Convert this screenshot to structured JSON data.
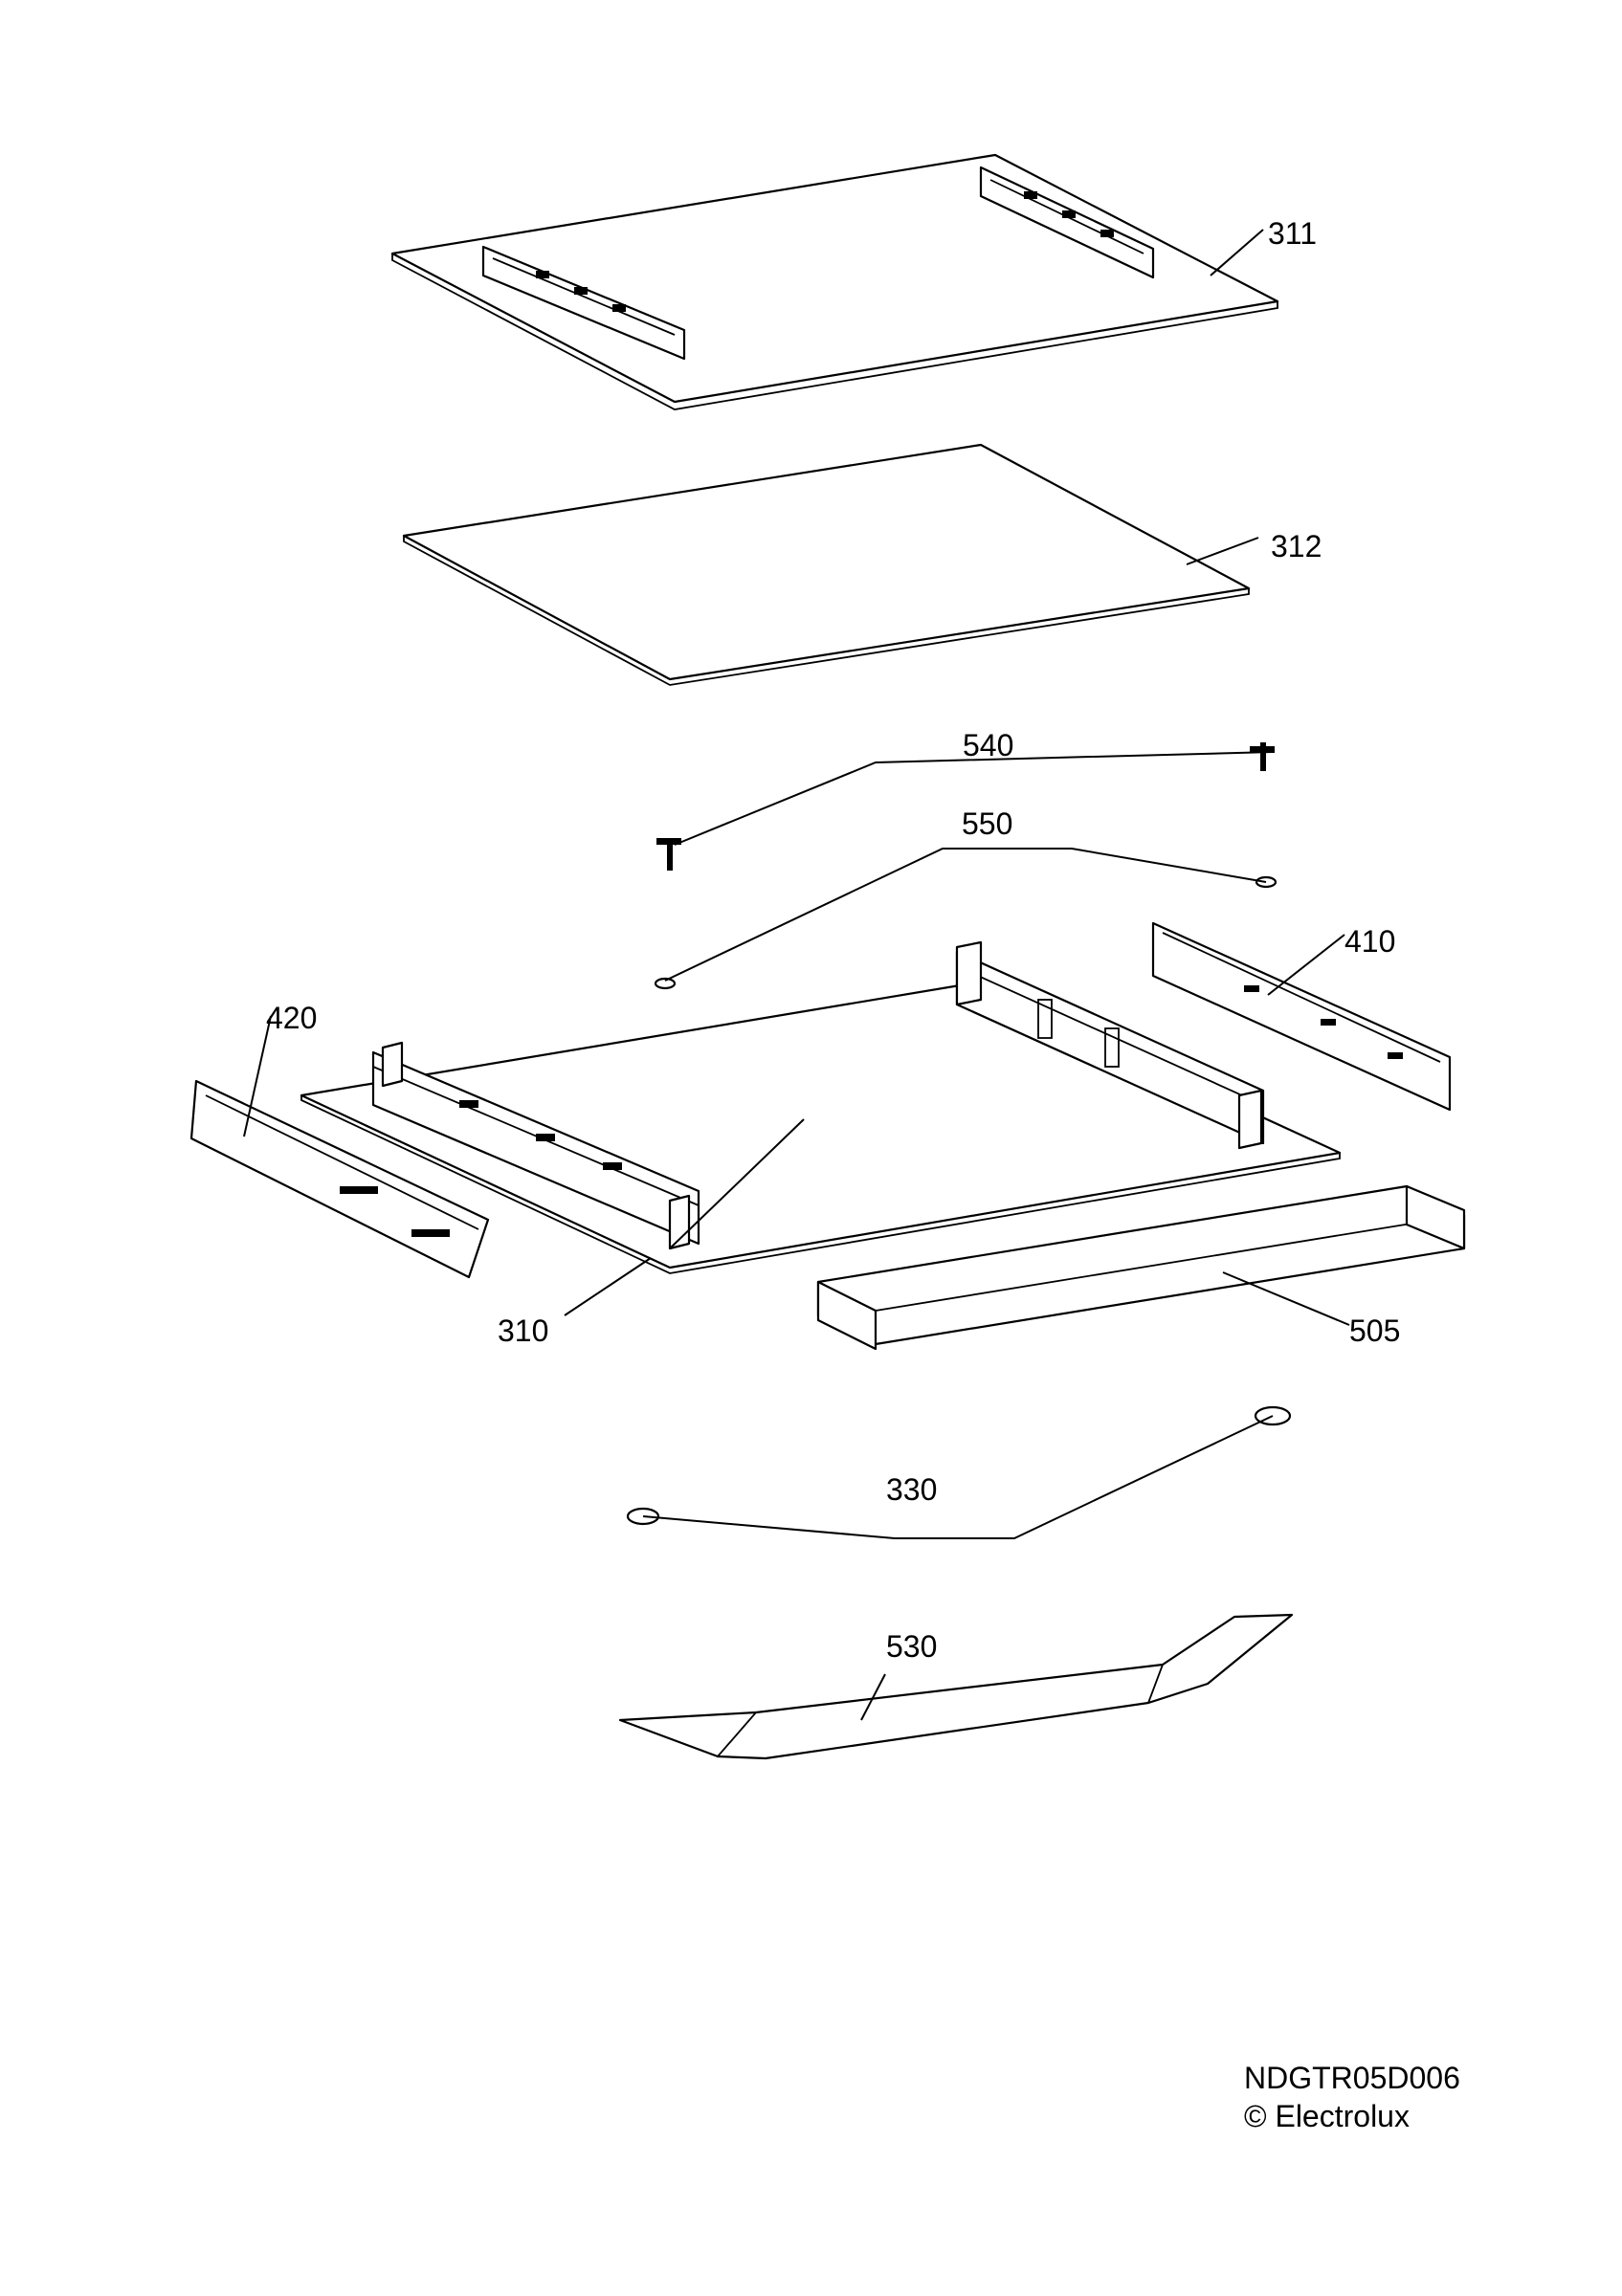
{
  "labels": {
    "p311": "311",
    "p312": "312",
    "p540": "540",
    "p550": "550",
    "p410": "410",
    "p420": "420",
    "p310": "310",
    "p505": "505",
    "p330": "330",
    "p530": "530"
  },
  "footer": {
    "code": "NDGTR05D006",
    "copyright": "© Electrolux"
  }
}
